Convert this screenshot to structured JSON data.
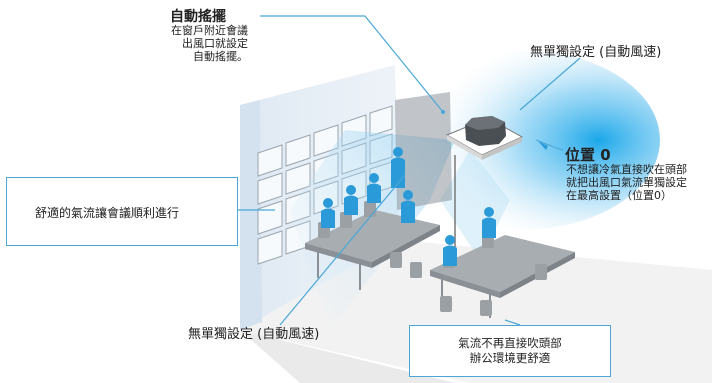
{
  "labels": {
    "auto_swing_title": "自動搖擺",
    "auto_swing_desc": "在窗戶附近會議\n出風口就設定\n自動搖擺。",
    "no_single_top": "無單獨設定 (自動風速)",
    "position_title": "位置 0",
    "position_desc": "不想讓冷氣直接吹在頭部\n就把出風口氣流單獨設定\n在最高設置（位置0）",
    "left_box": "舒適的氣流讓會議順利進行",
    "no_single_bottom": "無單獨設定 (自動風速)",
    "bottom_box": "氣流不再直接吹頭部\n辦公環境更舒適"
  },
  "colors": {
    "accent": "#1e9be0",
    "callout_line": "#4aa7d8",
    "floor": "#f3f3f3",
    "glass_wall": "#e4edf6",
    "furniture": "#9ea4a8",
    "people": "#2b9ad8"
  },
  "icons": [
    "ceiling-cassette-ac-icon",
    "conference-table-icon",
    "person-silhouette-icon",
    "chair-icon",
    "window-grid-icon"
  ]
}
